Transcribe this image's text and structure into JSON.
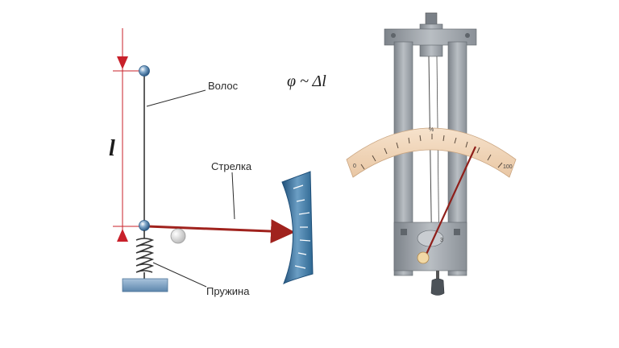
{
  "labels": {
    "length": "l",
    "hair": "Волос",
    "pointer": "Стрелка",
    "spring": "Пружина",
    "formula": "φ ~ Δl"
  },
  "hygrometer": {
    "scale_labels": [
      "0",
      "%",
      "100"
    ],
    "small_label": "3"
  },
  "colors": {
    "arrow": "#a0221d",
    "scale_face": "#f3d8bd",
    "gauge_blue": "#2f6c97",
    "frame_gray": "#9aa0a6",
    "dimension_red": "#c8202a"
  }
}
